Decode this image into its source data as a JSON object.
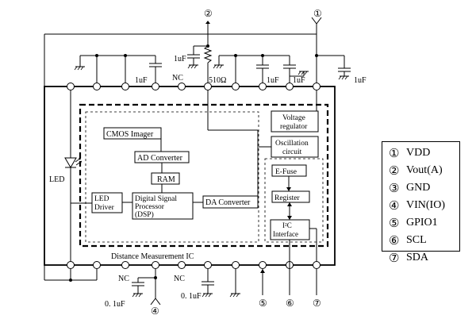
{
  "blocks": {
    "cmos_imager": "CMOS Imager",
    "ad_converter": "AD Converter",
    "ram": "RAM",
    "dsp": [
      "Digital Signal",
      "Processor",
      "(DSP)"
    ],
    "led_driver": [
      "LED",
      "Driver"
    ],
    "da_converter": "DA Converter",
    "voltage_regulator": [
      "Voltage",
      "regulator"
    ],
    "oscillation_circuit": [
      "Oscillation",
      "circuit"
    ],
    "efuse": "E-Fuse",
    "register": "Register",
    "i2c_interface": [
      "I²C",
      "Interface"
    ],
    "ic_title": "Distance Measurement IC"
  },
  "labels": {
    "led": "LED",
    "cap_1uF": "1uF",
    "nc": "NC",
    "resistor": "510Ω",
    "cap_01uF": "0. 1uF"
  },
  "pin_markers": {
    "vdd": "①",
    "vout": "②",
    "vin": "④",
    "gpio1": "⑤",
    "scl": "⑥",
    "sda": "⑦"
  },
  "legend": [
    {
      "num": "①",
      "name": "VDD"
    },
    {
      "num": "②",
      "name": "Vout(A)"
    },
    {
      "num": "③",
      "name": "GND"
    },
    {
      "num": "④",
      "name": "VIN(IO)"
    },
    {
      "num": "⑤",
      "name": "GPIO1"
    },
    {
      "num": "⑥",
      "name": "SCL"
    },
    {
      "num": "⑦",
      "name": "SDA"
    }
  ]
}
